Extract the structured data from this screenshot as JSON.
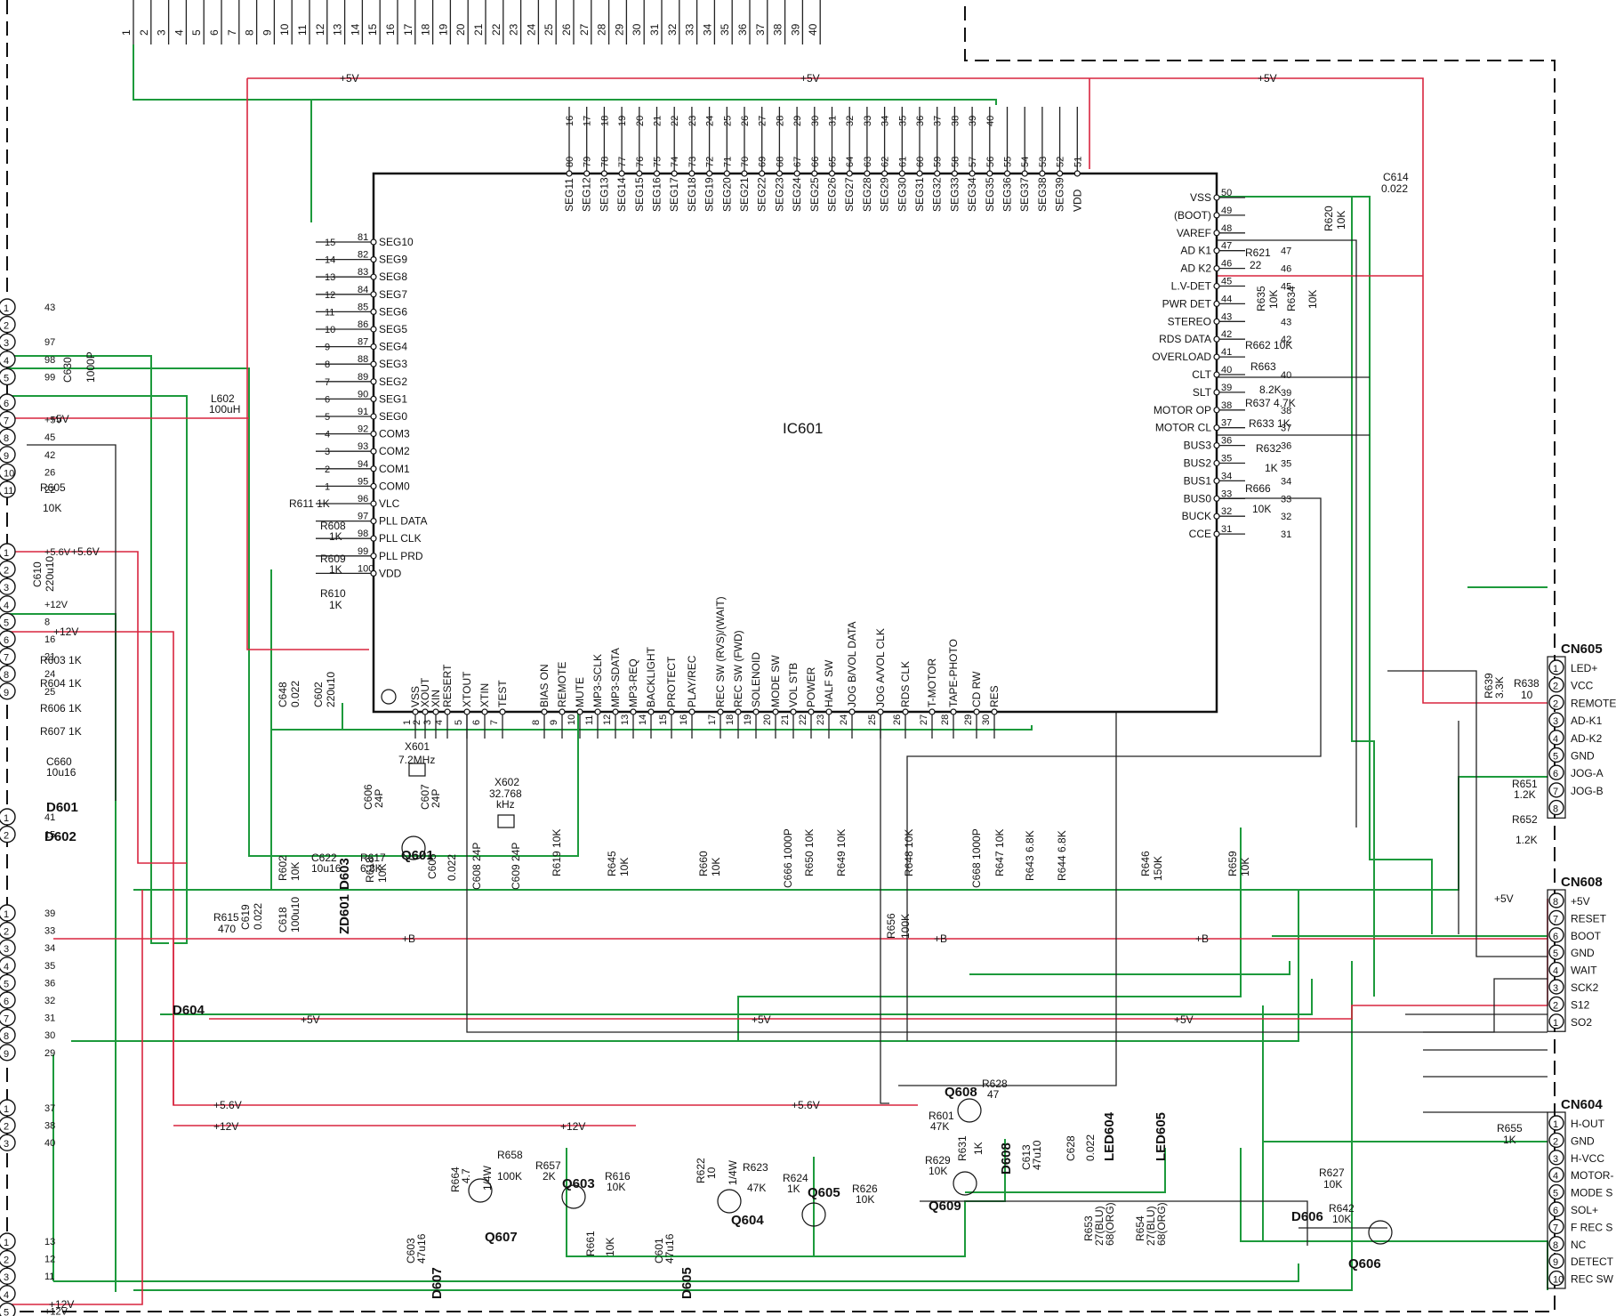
{
  "ic": {
    "name": "IC601",
    "top_pins": [
      {
        "num": "80",
        "name": "SEG11",
        "net": "16"
      },
      {
        "num": "79",
        "name": "SEG12",
        "net": "17"
      },
      {
        "num": "78",
        "name": "SEG13",
        "net": "18"
      },
      {
        "num": "77",
        "name": "SEG14",
        "net": "19"
      },
      {
        "num": "76",
        "name": "SEG15",
        "net": "20"
      },
      {
        "num": "75",
        "name": "SEG16",
        "net": "21"
      },
      {
        "num": "74",
        "name": "SEG17",
        "net": "22"
      },
      {
        "num": "73",
        "name": "SEG18",
        "net": "23"
      },
      {
        "num": "72",
        "name": "SEG19",
        "net": "24"
      },
      {
        "num": "71",
        "name": "SEG20",
        "net": "25"
      },
      {
        "num": "70",
        "name": "SEG21",
        "net": "26"
      },
      {
        "num": "69",
        "name": "SEG22",
        "net": "27"
      },
      {
        "num": "68",
        "name": "SEG23",
        "net": "28"
      },
      {
        "num": "67",
        "name": "SEG24",
        "net": "29"
      },
      {
        "num": "66",
        "name": "SEG25",
        "net": "30"
      },
      {
        "num": "65",
        "name": "SEG26",
        "net": "31"
      },
      {
        "num": "64",
        "name": "SEG27",
        "net": "32"
      },
      {
        "num": "63",
        "name": "SEG28",
        "net": "33"
      },
      {
        "num": "62",
        "name": "SEG29",
        "net": "34"
      },
      {
        "num": "61",
        "name": "SEG30",
        "net": "35"
      },
      {
        "num": "60",
        "name": "SEG31",
        "net": "36"
      },
      {
        "num": "59",
        "name": "SEG32",
        "net": "37"
      },
      {
        "num": "58",
        "name": "SEG33",
        "net": "38"
      },
      {
        "num": "57",
        "name": "SEG34",
        "net": "39"
      },
      {
        "num": "56",
        "name": "SEG35",
        "net": "40"
      },
      {
        "num": "55",
        "name": "SEG36",
        "net": ""
      },
      {
        "num": "54",
        "name": "SEG37",
        "net": ""
      },
      {
        "num": "53",
        "name": "SEG38",
        "net": ""
      },
      {
        "num": "52",
        "name": "SEG39",
        "net": ""
      },
      {
        "num": "51",
        "name": "VDD",
        "net": ""
      }
    ],
    "left_pins": [
      {
        "num": "81",
        "name": "SEG10",
        "net": "15"
      },
      {
        "num": "82",
        "name": "SEG9",
        "net": "14"
      },
      {
        "num": "83",
        "name": "SEG8",
        "net": "13"
      },
      {
        "num": "84",
        "name": "SEG7",
        "net": "12"
      },
      {
        "num": "85",
        "name": "SEG6",
        "net": "11"
      },
      {
        "num": "86",
        "name": "SEG5",
        "net": "10"
      },
      {
        "num": "87",
        "name": "SEG4",
        "net": "9"
      },
      {
        "num": "88",
        "name": "SEG3",
        "net": "8"
      },
      {
        "num": "89",
        "name": "SEG2",
        "net": "7"
      },
      {
        "num": "90",
        "name": "SEG1",
        "net": "6"
      },
      {
        "num": "91",
        "name": "SEG0",
        "net": "5"
      },
      {
        "num": "92",
        "name": "COM3",
        "net": "4"
      },
      {
        "num": "93",
        "name": "COM2",
        "net": "3"
      },
      {
        "num": "94",
        "name": "COM1",
        "net": "2"
      },
      {
        "num": "95",
        "name": "COM0",
        "net": "1"
      },
      {
        "num": "96",
        "name": "VLC",
        "net": ""
      },
      {
        "num": "97",
        "name": "PLL DATA",
        "net": ""
      },
      {
        "num": "98",
        "name": "PLL CLK",
        "net": ""
      },
      {
        "num": "99",
        "name": "PLL PRD",
        "net": ""
      },
      {
        "num": "100",
        "name": "VDD",
        "net": ""
      }
    ],
    "right_pins": [
      {
        "num": "50",
        "name": "VSS",
        "net": ""
      },
      {
        "num": "49",
        "name": "(BOOT)",
        "net": ""
      },
      {
        "num": "48",
        "name": "VAREF",
        "net": ""
      },
      {
        "num": "47",
        "name": "AD K1",
        "net": "47"
      },
      {
        "num": "46",
        "name": "AD K2",
        "net": "46"
      },
      {
        "num": "45",
        "name": "L.V-DET",
        "net": "45"
      },
      {
        "num": "44",
        "name": "PWR DET",
        "net": ""
      },
      {
        "num": "43",
        "name": "STEREO",
        "net": "43"
      },
      {
        "num": "42",
        "name": "RDS DATA",
        "net": "42"
      },
      {
        "num": "41",
        "name": "OVERLOAD",
        "net": ""
      },
      {
        "num": "40",
        "name": "CLT",
        "net": "40"
      },
      {
        "num": "39",
        "name": "SLT",
        "net": "39"
      },
      {
        "num": "38",
        "name": "MOTOR OP",
        "net": "38"
      },
      {
        "num": "37",
        "name": "MOTOR CL",
        "net": "37"
      },
      {
        "num": "36",
        "name": "BUS3",
        "net": "36"
      },
      {
        "num": "35",
        "name": "BUS2",
        "net": "35"
      },
      {
        "num": "34",
        "name": "BUS1",
        "net": "34"
      },
      {
        "num": "33",
        "name": "BUS0",
        "net": "33"
      },
      {
        "num": "32",
        "name": "BUCK",
        "net": "32"
      },
      {
        "num": "31",
        "name": "CCE",
        "net": "31"
      }
    ],
    "bottom_pins": [
      {
        "num": "1",
        "name": "VSS"
      },
      {
        "num": "2",
        "name": "XOUT"
      },
      {
        "num": "3",
        "name": "XIN"
      },
      {
        "num": "4",
        "name": "RESERT"
      },
      {
        "num": "5",
        "name": "XTOUT"
      },
      {
        "num": "6",
        "name": "XTIN"
      },
      {
        "num": "7",
        "name": "TEST"
      },
      {
        "num": "8",
        "name": "BIAS ON"
      },
      {
        "num": "9",
        "name": "REMOTE"
      },
      {
        "num": "10",
        "name": "MUTE"
      },
      {
        "num": "11",
        "name": "MP3-SCLK"
      },
      {
        "num": "12",
        "name": "MP3-SDATA"
      },
      {
        "num": "13",
        "name": "MP3-REQ"
      },
      {
        "num": "14",
        "name": "BACKLIGHT"
      },
      {
        "num": "15",
        "name": "PROTECT"
      },
      {
        "num": "16",
        "name": "PLAY/REC"
      },
      {
        "num": "17",
        "name": "REC SW (RVS)/(WAIT)"
      },
      {
        "num": "18",
        "name": "REC SW (FWD)"
      },
      {
        "num": "19",
        "name": "SOLENOID"
      },
      {
        "num": "20",
        "name": "MODE SW"
      },
      {
        "num": "21",
        "name": "VOL STB"
      },
      {
        "num": "22",
        "name": "POWER"
      },
      {
        "num": "23",
        "name": "HALF SW"
      },
      {
        "num": "24",
        "name": "JOG B/VOL DATA"
      },
      {
        "num": "25",
        "name": "JOG A/VOL CLK"
      },
      {
        "num": "26",
        "name": "RDS CLK"
      },
      {
        "num": "27",
        "name": "T-MOTOR"
      },
      {
        "num": "28",
        "name": "TAPE-PHOTO"
      },
      {
        "num": "29",
        "name": "CD RW"
      },
      {
        "num": "30",
        "name": "RES"
      }
    ]
  },
  "top_bus_labels": [
    "1",
    "2",
    "3",
    "4",
    "5",
    "6",
    "7",
    "8",
    "9",
    "10",
    "11",
    "12",
    "13",
    "14",
    "15",
    "16",
    "17",
    "18",
    "19",
    "20",
    "21",
    "22",
    "23",
    "24",
    "25",
    "26",
    "27",
    "28",
    "29",
    "30",
    "31",
    "32",
    "33",
    "34",
    "35",
    "36",
    "37",
    "38",
    "39",
    "40"
  ],
  "rails": {
    "v5": "+5V",
    "v56": "+5.6V",
    "v12": "+12V",
    "vb": "+B"
  },
  "left_connectors": [
    {
      "pins": [
        "1",
        "2",
        "3",
        "4",
        "5"
      ],
      "nets": [
        "43",
        "",
        "97",
        "98",
        "99"
      ]
    },
    {
      "pins": [
        "6",
        "7",
        "8",
        "9",
        "10",
        "11"
      ],
      "nets": [
        "",
        "+5V",
        "45",
        "42",
        "26",
        "22"
      ]
    },
    {
      "pins": [
        "1",
        "2",
        "3",
        "4",
        "5",
        "6",
        "7",
        "8",
        "9"
      ],
      "nets": [
        "+5.6V",
        "",
        "",
        "+12V",
        "8",
        "16",
        "21",
        "24",
        "25"
      ]
    },
    {
      "pins": [
        "1",
        "2"
      ],
      "nets": [
        "41",
        "15"
      ]
    },
    {
      "pins": [
        "1",
        "2",
        "3",
        "4",
        "5",
        "6",
        "7",
        "8",
        "9"
      ],
      "nets": [
        "39",
        "33",
        "34",
        "35",
        "36",
        "32",
        "31",
        "30",
        "29"
      ]
    },
    {
      "pins": [
        "1",
        "2",
        "3"
      ],
      "nets": [
        "37",
        "38",
        "40"
      ]
    },
    {
      "pins": [
        "1",
        "2",
        "3",
        "4",
        "5"
      ],
      "nets": [
        "13",
        "12",
        "11",
        "",
        "+12V"
      ]
    }
  ],
  "right_connectors": [
    {
      "name": "CN605",
      "pins": [
        {
          "num": "1",
          "label": "LED+"
        },
        {
          "num": "2",
          "label": "VCC"
        },
        {
          "num": "2",
          "label": "REMOTE"
        },
        {
          "num": "3",
          "label": "AD-K1"
        },
        {
          "num": "4",
          "label": "AD-K2"
        },
        {
          "num": "5",
          "label": "GND"
        },
        {
          "num": "6",
          "label": "JOG-A"
        },
        {
          "num": "7",
          "label": "JOG-B"
        },
        {
          "num": "8",
          "label": ""
        }
      ]
    },
    {
      "name": "CN608",
      "pins": [
        {
          "num": "8",
          "label": "+5V"
        },
        {
          "num": "7",
          "label": "RESET"
        },
        {
          "num": "6",
          "label": "BOOT"
        },
        {
          "num": "5",
          "label": "GND"
        },
        {
          "num": "4",
          "label": "WAIT"
        },
        {
          "num": "3",
          "label": "SCK2"
        },
        {
          "num": "2",
          "label": "S12"
        },
        {
          "num": "1",
          "label": "SO2"
        }
      ]
    },
    {
      "name": "CN604",
      "pins": [
        {
          "num": "1",
          "label": "H-OUT"
        },
        {
          "num": "2",
          "label": "GND"
        },
        {
          "num": "3",
          "label": "H-VCC"
        },
        {
          "num": "4",
          "label": "MOTOR-"
        },
        {
          "num": "5",
          "label": "MODE S"
        },
        {
          "num": "6",
          "label": "SOL+"
        },
        {
          "num": "7",
          "label": "F REC S"
        },
        {
          "num": "8",
          "label": "NC"
        },
        {
          "num": "9",
          "label": "DETECT"
        },
        {
          "num": "10",
          "label": "REC SW"
        }
      ]
    }
  ],
  "components": {
    "C630": "C630",
    "C630v": "1000P",
    "L602": "L602",
    "L602v": "100uH",
    "R605": "R605",
    "R605v": "10K",
    "C610": "C610",
    "C610v": "220u10",
    "C660": "C660",
    "C660v": "10u16",
    "D601": "D601",
    "D602": "D602",
    "R611": "R611 1K",
    "R608": "R608",
    "R608v": "1K",
    "R609": "R609",
    "R609v": "1K",
    "R610": "R610",
    "R610v": "1K",
    "R603": "R603 1K",
    "R604": "R604 1K",
    "R606": "R606 1K",
    "R607": "R607 1K",
    "C648": "C648",
    "C648v": "0.022",
    "C602": "C602",
    "C602v": "220u10",
    "X601": "X601",
    "X601v": "7.2MHz",
    "C606": "C606",
    "C606v": "24P",
    "C607": "C607",
    "C607v": "24P",
    "X602": "X602",
    "X602v": "32.768",
    "X602u": "kHz",
    "C608": "C608 24P",
    "C609": "C609 24P",
    "R619": "R619 10K",
    "C622": "C622",
    "C622v": "10u16",
    "R617": "R617",
    "R617v": "6.8K",
    "Q601": "Q601",
    "R602": "R602",
    "R602v": "10K",
    "D603": "D603",
    "R618": "R618",
    "R618v": "10K",
    "C605": "C605",
    "C605v": "0.022",
    "ZD601": "ZD601",
    "C619": "C619",
    "C619v": "0.022",
    "C618": "C618",
    "C618v": "100u10",
    "R615": "R615",
    "R615v": "470",
    "D604": "D604",
    "R645": "R645",
    "R645v": "10K",
    "R660": "R660",
    "R660v": "10K",
    "C666": "C666 1000P",
    "R650": "R650 10K",
    "R649": "R649 10K",
    "R648": "R648 10K",
    "R656": "R656",
    "R656v": "100K",
    "C668": "C668 1000P",
    "R647": "R647 10K",
    "R643": "R643 6.8K",
    "R644": "R644 6.8K",
    "R646": "R646",
    "R646v": "150K",
    "R659": "R659",
    "R659v": "10K",
    "C614": "C614",
    "C614v": "0.022",
    "R620": "R620",
    "R620v": "10K",
    "R621": "R621",
    "R621v": "22",
    "R635": "R635",
    "R635v": "10K",
    "R634": "R634",
    "R634v": "10K",
    "R662": "R662 10K",
    "R663": "R663",
    "R663v": "8.2K",
    "R637": "R637 4.7K",
    "R633": "R633 1K",
    "R632": "R632",
    "R632v": "1K",
    "R666": "R666",
    "R666v": "10K",
    "R639": "R639",
    "R639v": "3.3K",
    "R638": "R638",
    "R638v": "10",
    "R651": "R651",
    "R651v": "1.2K",
    "R652": "R652",
    "R652v": "1.2K",
    "C603": "C603",
    "C603v": "47u16",
    "D607": "D607",
    "R664": "R664",
    "R664v": "4.7",
    "R664w": "1/4W",
    "Q607": "Q607",
    "R658": "R658",
    "R658v": "100K",
    "R657": "R657",
    "R657v": "2K",
    "Q603": "Q603",
    "R661": "R661",
    "R661v": "10K",
    "R616": "R616",
    "R616v": "10K",
    "C601": "C601",
    "C601v": "47u16",
    "D605": "D605",
    "R622": "R622",
    "R622v": "10",
    "R622w": "1/4W",
    "Q604": "Q604",
    "R623": "R623",
    "R623v": "47K",
    "R624": "R624",
    "R624v": "1K",
    "Q605": "Q605",
    "R626": "R626",
    "R626v": "10K",
    "Q608": "Q608",
    "R628": "R628",
    "R628v": "47",
    "R601": "R601",
    "R601v": "47K",
    "R631": "R631",
    "R631v": "1K",
    "R629": "R629",
    "R629v": "10K",
    "Q609": "Q609",
    "D608": "D608",
    "C613": "C613",
    "C613v": "47u10",
    "C628": "C628",
    "C628v": "0.022",
    "LED604": "LED604",
    "LED605": "LED605",
    "R653": "R653",
    "R653v": "27(BLU)",
    "R653w": "68(ORG)",
    "R654": "R654",
    "R654v": "27(BLU)",
    "R654w": "68(ORG)",
    "R627": "R627",
    "R627v": "10K",
    "R642": "R642",
    "R642v": "10K",
    "D606": "D606",
    "Q606": "Q606",
    "R655": "R655",
    "R655v": "1K"
  }
}
